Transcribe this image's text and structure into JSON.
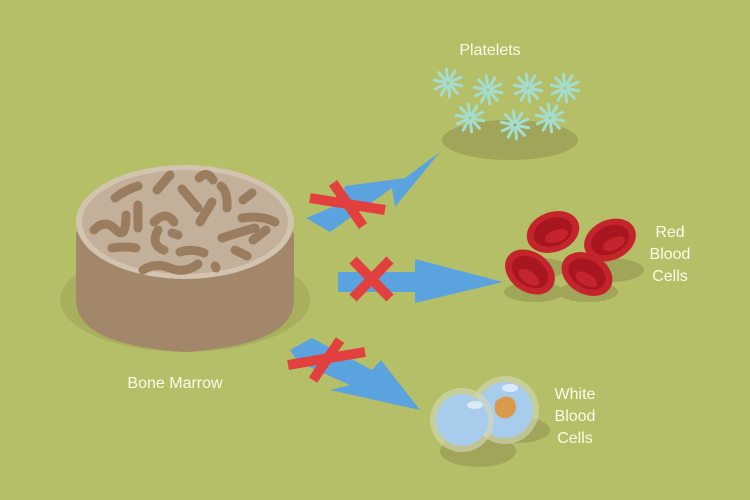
{
  "diagram": {
    "background_color": "#b5bf68",
    "source": {
      "label": "Bone Marrow",
      "icon": "bone-marrow-icon",
      "colors": {
        "top": "#c3b09a",
        "side": "#a3876a",
        "rim": "#d3c4b0",
        "worms": "#9a7c5f"
      }
    },
    "targets": [
      {
        "id": "platelets",
        "label": "Platelets",
        "icon": "platelets-icon",
        "color": "#a4dcd0"
      },
      {
        "id": "red-blood-cells",
        "label": "Red\nBlood\nCells",
        "icon": "red-blood-cell-icon",
        "color": "#c4252d"
      },
      {
        "id": "white-blood-cells",
        "label": "White\nBlood\nCells",
        "icon": "white-blood-cell-icon",
        "color": "#a8cdec"
      }
    ],
    "arrows": [
      {
        "from": "Bone Marrow",
        "to": "Platelets",
        "blocked": true
      },
      {
        "from": "Bone Marrow",
        "to": "Red Blood Cells",
        "blocked": true
      },
      {
        "from": "Bone Marrow",
        "to": "White Blood Cells",
        "blocked": true
      }
    ],
    "arrow_color": "#5aa3df",
    "block_mark_color": "#e2403f",
    "shadow_color": "#9da55a"
  }
}
